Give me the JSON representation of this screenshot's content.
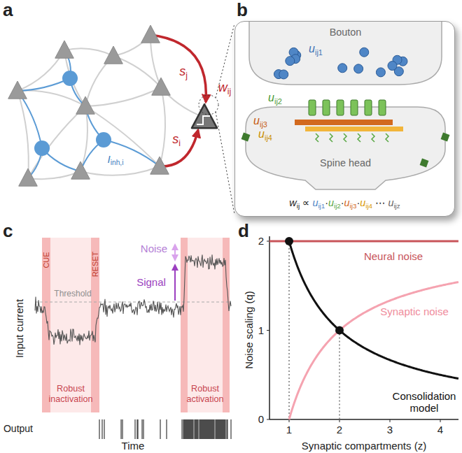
{
  "diagram": {
    "nodes": [
      {
        "text": [
          "wij ∝ uij1·uij2·uij3·uij4 ⋯ uijz"
        ]
      },
      {
        "text": [
          "Bouton"
        ],
        "in": 0
      },
      {
        "text": [
          "Spine head"
        ],
        "in": 0
      },
      {
        "text": [
          "Robust inactivation"
        ]
      },
      {
        "text": [
          "Robust activation"
        ]
      }
    ],
    "labels": [
      "a",
      "b",
      "c",
      "d",
      "sj",
      "si",
      "wij",
      "Iinh,i",
      "uij1",
      "uij2",
      "uij3",
      "uij4",
      "CUE",
      "RESET",
      "Noise",
      "Signal",
      "Threshold",
      "Input current",
      "Output",
      "Time",
      "2",
      "1",
      "0",
      "1",
      "2",
      "3",
      "4",
      "Noise scaling (q)",
      "Synaptic compartments (z)",
      "Neural noise",
      "Synaptic noise",
      "Consolidation model"
    ]
  }
}
